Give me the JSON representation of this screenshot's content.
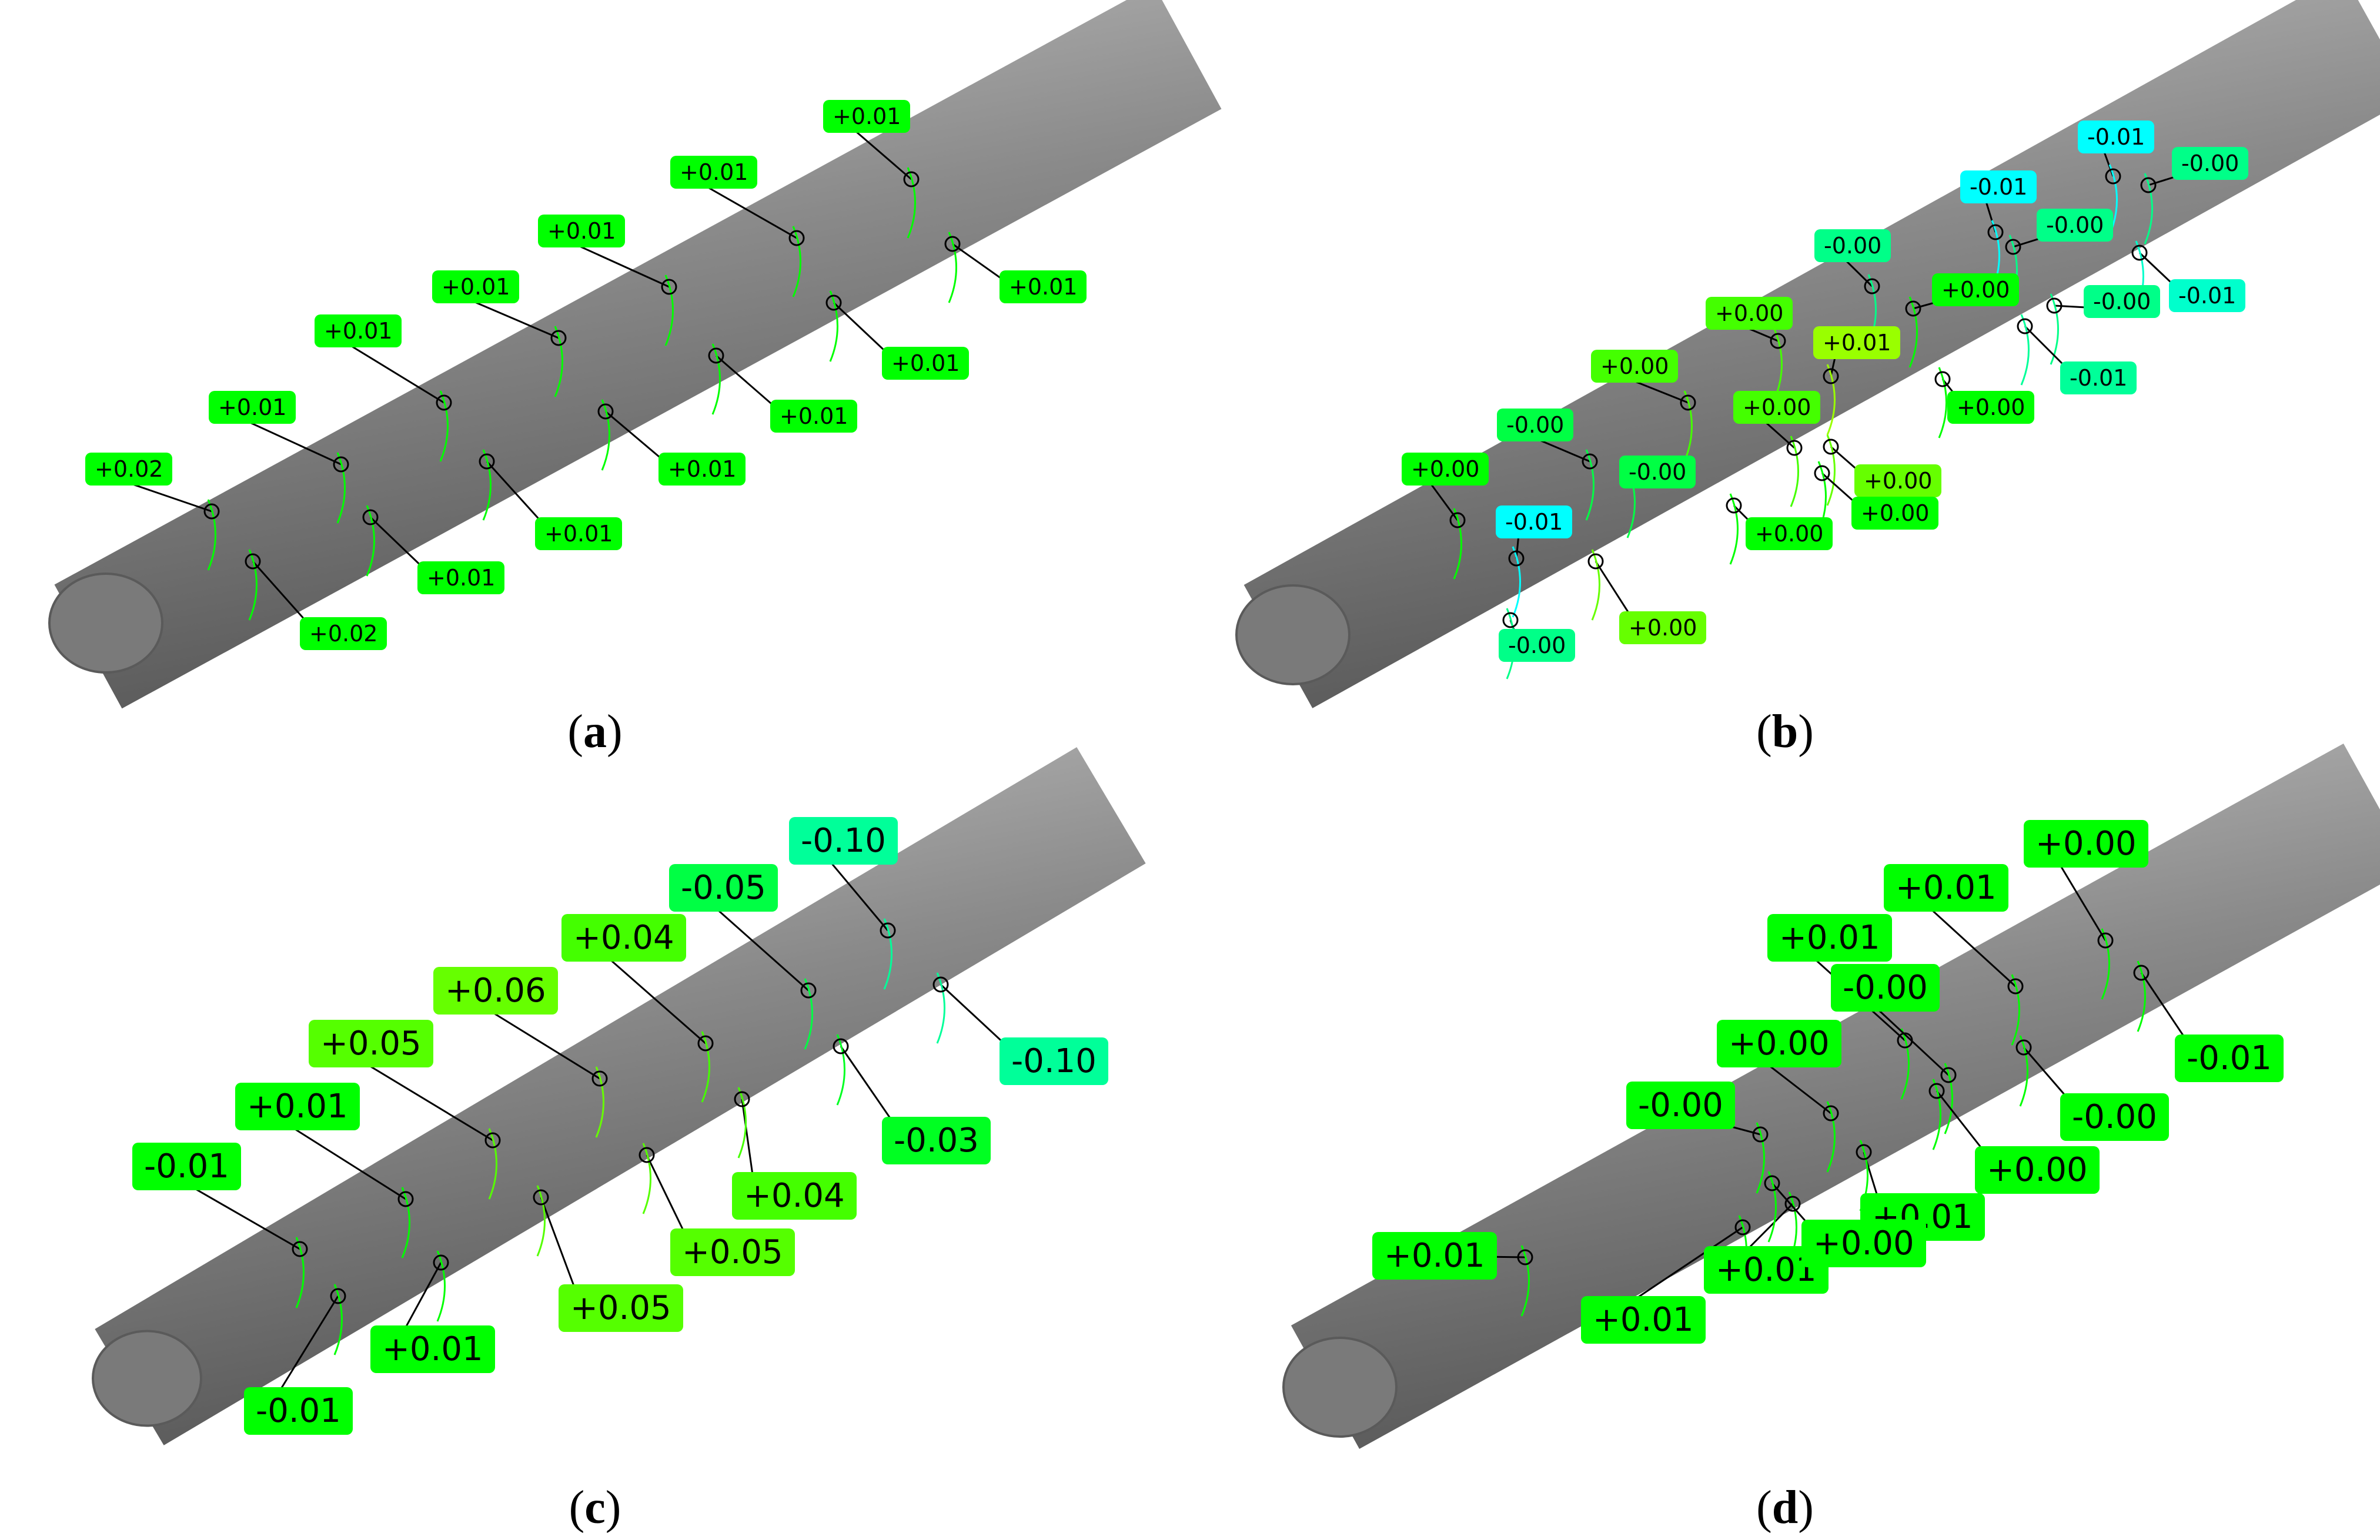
{
  "colors": {
    "bright_green": "#00ff00",
    "yellow_green": "#66ff00",
    "lime": "#33ff00",
    "aqua_green": "#00ff88",
    "cyan": "#00ffff",
    "shaft_gray": "#888888",
    "measure_line": "#000000",
    "section_line": "#22cc22"
  },
  "panels": [
    {
      "caption": "a",
      "labels": [
        {
          "text": "+0.01",
          "color": "#00ff00"
        },
        {
          "text": "+0.01",
          "color": "#00ff00"
        },
        {
          "text": "+0.01",
          "color": "#00ff00"
        },
        {
          "text": "+0.01",
          "color": "#00ff00"
        },
        {
          "text": "+0.01",
          "color": "#00ff00"
        },
        {
          "text": "+0.01",
          "color": "#00ff00"
        },
        {
          "text": "+0.02",
          "color": "#00ff00"
        },
        {
          "text": "+0.01",
          "color": "#00ff00"
        },
        {
          "text": "+0.01",
          "color": "#00ff00"
        },
        {
          "text": "+0.01",
          "color": "#00ff00"
        },
        {
          "text": "+0.01",
          "color": "#00ff00"
        },
        {
          "text": "+0.01",
          "color": "#00ff00"
        },
        {
          "text": "+0.01",
          "color": "#00ff00"
        },
        {
          "text": "+0.02",
          "color": "#00ff00"
        }
      ]
    },
    {
      "caption": "b",
      "labels": [
        {
          "text": "-0.01",
          "color": "#00ffff"
        },
        {
          "text": "-0.00",
          "color": "#00ff88"
        },
        {
          "text": "-0.01",
          "color": "#00ffff"
        },
        {
          "text": "-0.00",
          "color": "#00ff88"
        },
        {
          "text": "-0.00",
          "color": "#00ff88"
        },
        {
          "text": "+0.00",
          "color": "#00ff00"
        },
        {
          "text": "-0.00",
          "color": "#00ff88"
        },
        {
          "text": "-0.01",
          "color": "#00ffcc"
        },
        {
          "text": "+0.00",
          "color": "#44ff00"
        },
        {
          "text": "+0.01",
          "color": "#99ff00"
        },
        {
          "text": "-0.01",
          "color": "#00ff99"
        },
        {
          "text": "+0.00",
          "color": "#44ff00"
        },
        {
          "text": "+0.00",
          "color": "#00ff00"
        },
        {
          "text": "+0.00",
          "color": "#44ff00"
        },
        {
          "text": "-0.00",
          "color": "#00ff44"
        },
        {
          "text": "-0.00",
          "color": "#00ff44"
        },
        {
          "text": "+0.00",
          "color": "#66ff00"
        },
        {
          "text": "+0.00",
          "color": "#00ff00"
        },
        {
          "text": "+0.00",
          "color": "#00ff00"
        },
        {
          "text": "-0.01",
          "color": "#00ffff"
        },
        {
          "text": "+0.00",
          "color": "#00ff00"
        },
        {
          "text": "-0.00",
          "color": "#00ff88"
        },
        {
          "text": "+0.00",
          "color": "#66ff00"
        }
      ]
    },
    {
      "caption": "c",
      "labels": [
        {
          "text": "-0.10",
          "color": "#00ff99"
        },
        {
          "text": "-0.05",
          "color": "#00ff44"
        },
        {
          "text": "+0.04",
          "color": "#44ff00"
        },
        {
          "text": "+0.06",
          "color": "#66ff00"
        },
        {
          "text": "+0.05",
          "color": "#55ff00"
        },
        {
          "text": "-0.10",
          "color": "#00ff99"
        },
        {
          "text": "+0.01",
          "color": "#00ff00"
        },
        {
          "text": "-0.03",
          "color": "#00ff22"
        },
        {
          "text": "-0.01",
          "color": "#00ff00"
        },
        {
          "text": "+0.04",
          "color": "#44ff00"
        },
        {
          "text": "+0.05",
          "color": "#55ff00"
        },
        {
          "text": "+0.05",
          "color": "#55ff00"
        },
        {
          "text": "+0.01",
          "color": "#00ff00"
        },
        {
          "text": "-0.01",
          "color": "#00ff00"
        }
      ]
    },
    {
      "caption": "d",
      "labels": [
        {
          "text": "+0.00",
          "color": "#00ff00"
        },
        {
          "text": "+0.01",
          "color": "#00ff00"
        },
        {
          "text": "+0.01",
          "color": "#00ff00"
        },
        {
          "text": "-0.01",
          "color": "#00ff00"
        },
        {
          "text": "-0.00",
          "color": "#00ff00"
        },
        {
          "text": "-0.00",
          "color": "#00ff00"
        },
        {
          "text": "+0.00",
          "color": "#00ff00"
        },
        {
          "text": "+0.00",
          "color": "#00ff00"
        },
        {
          "text": "-0.00",
          "color": "#00ff00"
        },
        {
          "text": "+0.01",
          "color": "#00ff00"
        },
        {
          "text": "+0.01",
          "color": "#00ff00"
        },
        {
          "text": "+0.00",
          "color": "#00ff00"
        },
        {
          "text": "+0.01",
          "color": "#00ff00"
        },
        {
          "text": "+0.01",
          "color": "#00ff00"
        }
      ]
    }
  ]
}
